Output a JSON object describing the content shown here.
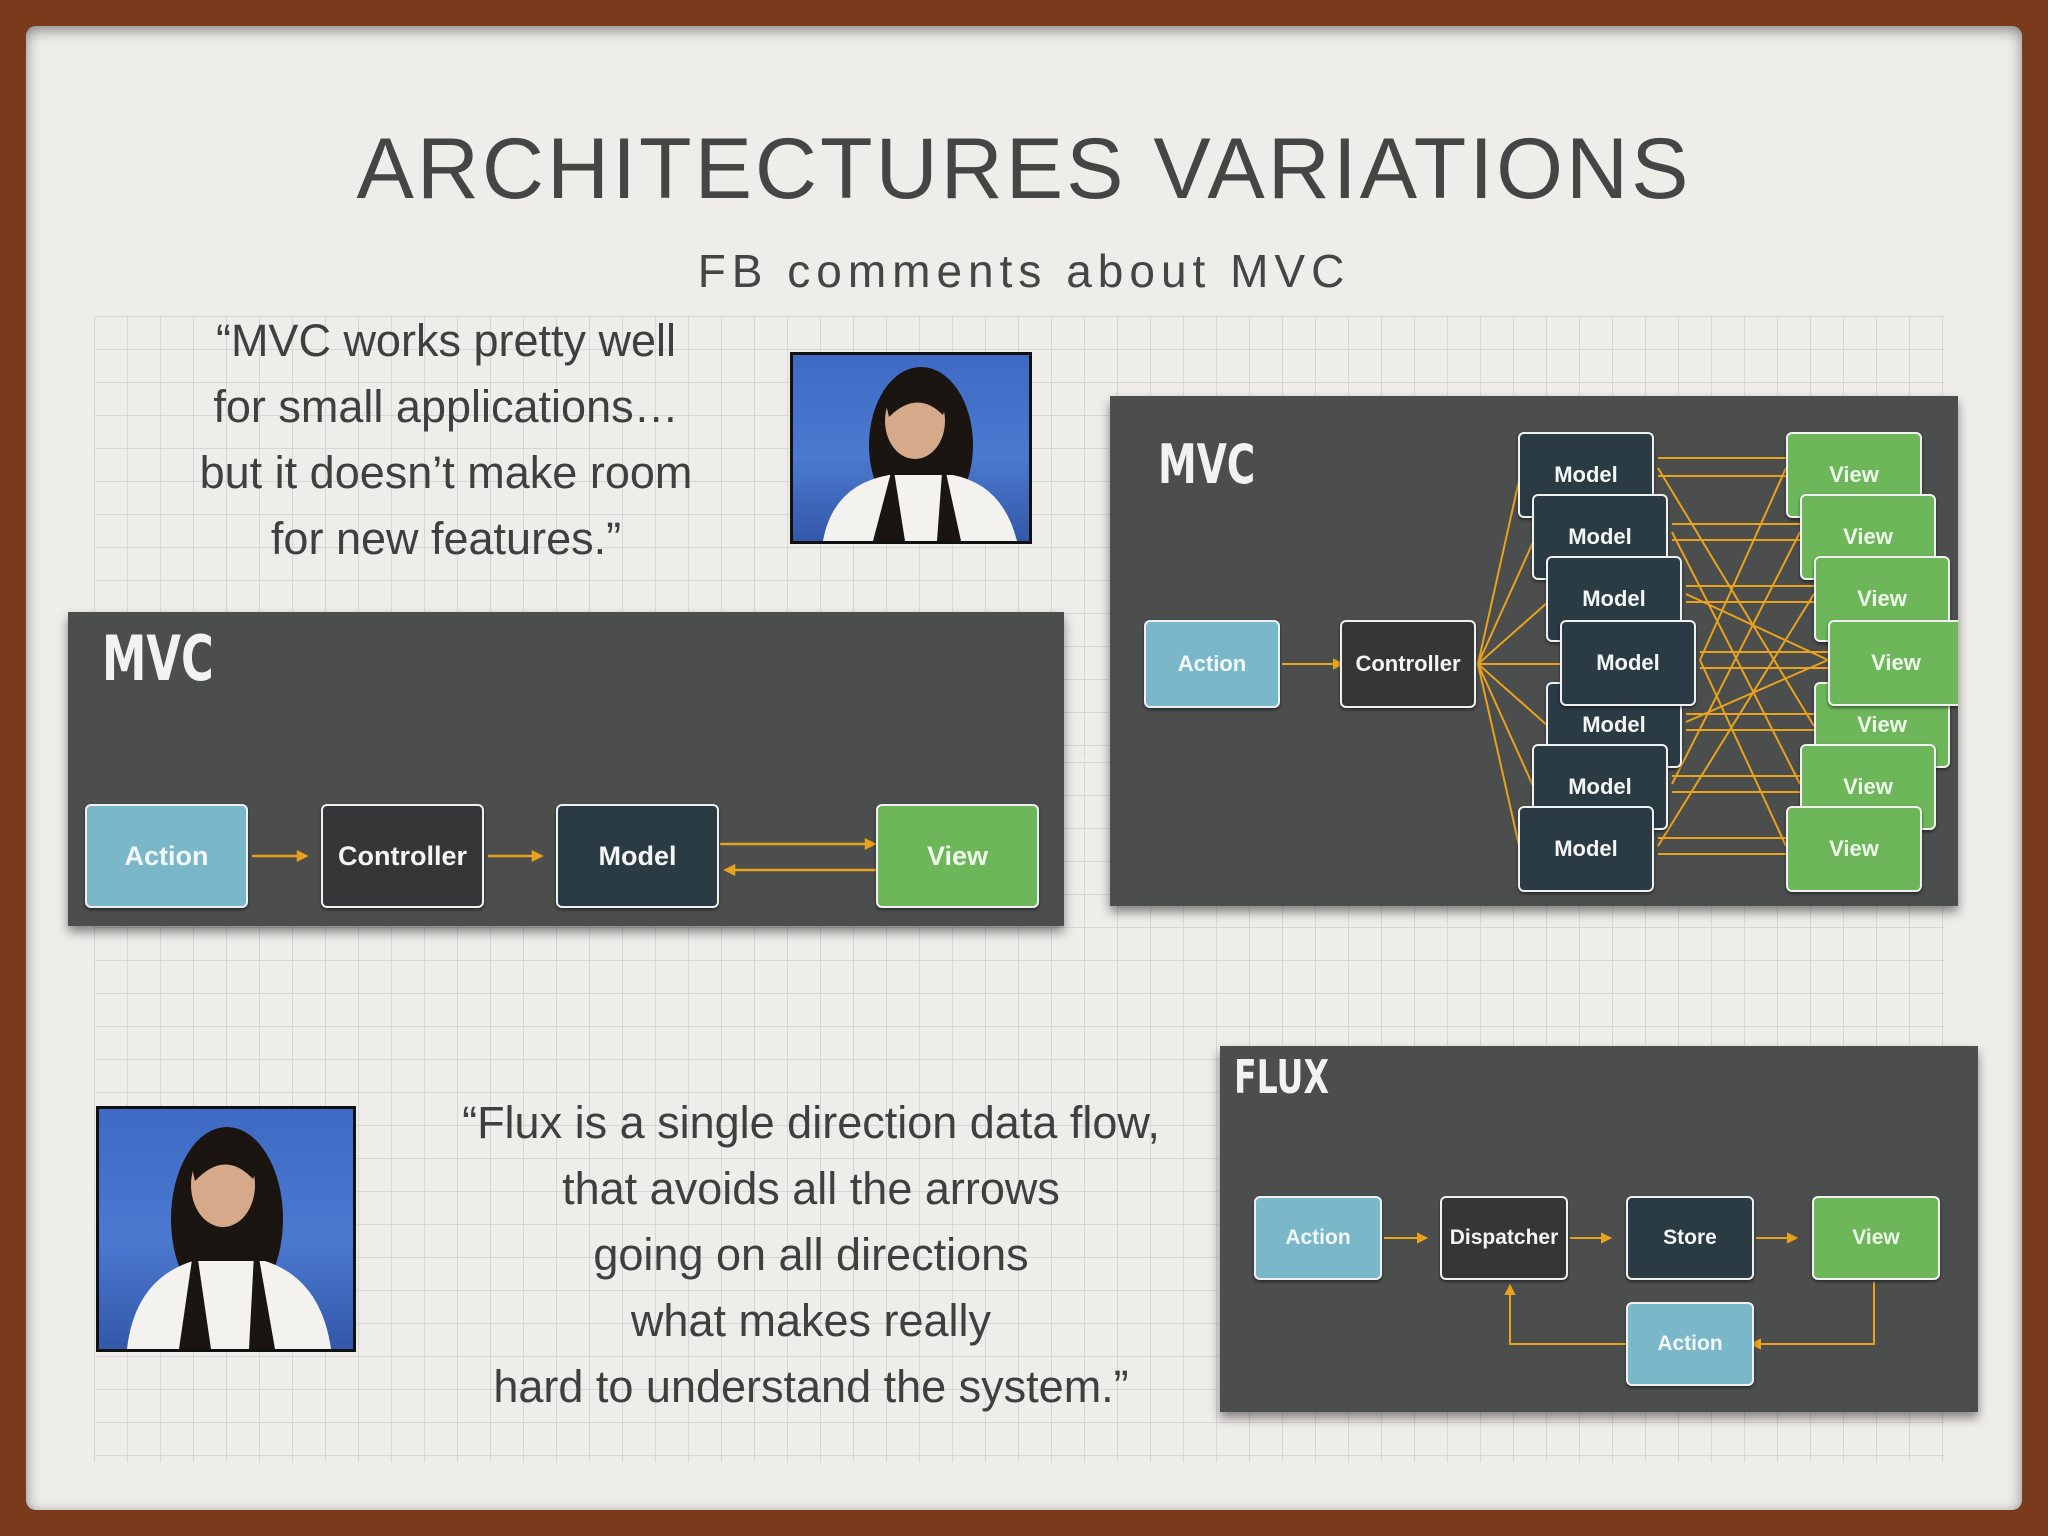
{
  "slide": {
    "title": "ARCHITECTURES VARIATIONS",
    "subtitle": "FB comments about MVC"
  },
  "quote_mvc": {
    "lines": [
      "“MVC works pretty well",
      "for small applications…",
      "but it doesn’t make room",
      "for new features.”"
    ]
  },
  "quote_flux": {
    "lines": [
      "“Flux is a single direction data flow,",
      "that avoids all the arrows",
      "going on all directions",
      "what makes really",
      "hard to understand the system.”"
    ]
  },
  "mvc_simple": {
    "title": "MVC",
    "nodes": {
      "action": "Action",
      "controller": "Controller",
      "model": "Model",
      "view": "View"
    }
  },
  "mvc_complex": {
    "title": "MVC",
    "nodes": {
      "action": "Action",
      "controller": "Controller"
    },
    "models": [
      "Model",
      "Model",
      "Model",
      "Model",
      "Model",
      "Model",
      "Model"
    ],
    "views": [
      "View",
      "View",
      "View",
      "View",
      "View",
      "View",
      "View"
    ]
  },
  "flux": {
    "title": "FLUX",
    "nodes": {
      "action": "Action",
      "dispatcher": "Dispatcher",
      "store": "Store",
      "view": "View",
      "action_bottom": "Action"
    }
  },
  "colors": {
    "panel_bg": "#4b4e4d",
    "action": "#7ab7c9",
    "controller": "#343638",
    "model": "#2a3b44",
    "view": "#6db65a",
    "arrow": "#e8a21c",
    "frame": "#7a3a1c"
  },
  "icons": {
    "speaker_photo": "person-photo"
  }
}
